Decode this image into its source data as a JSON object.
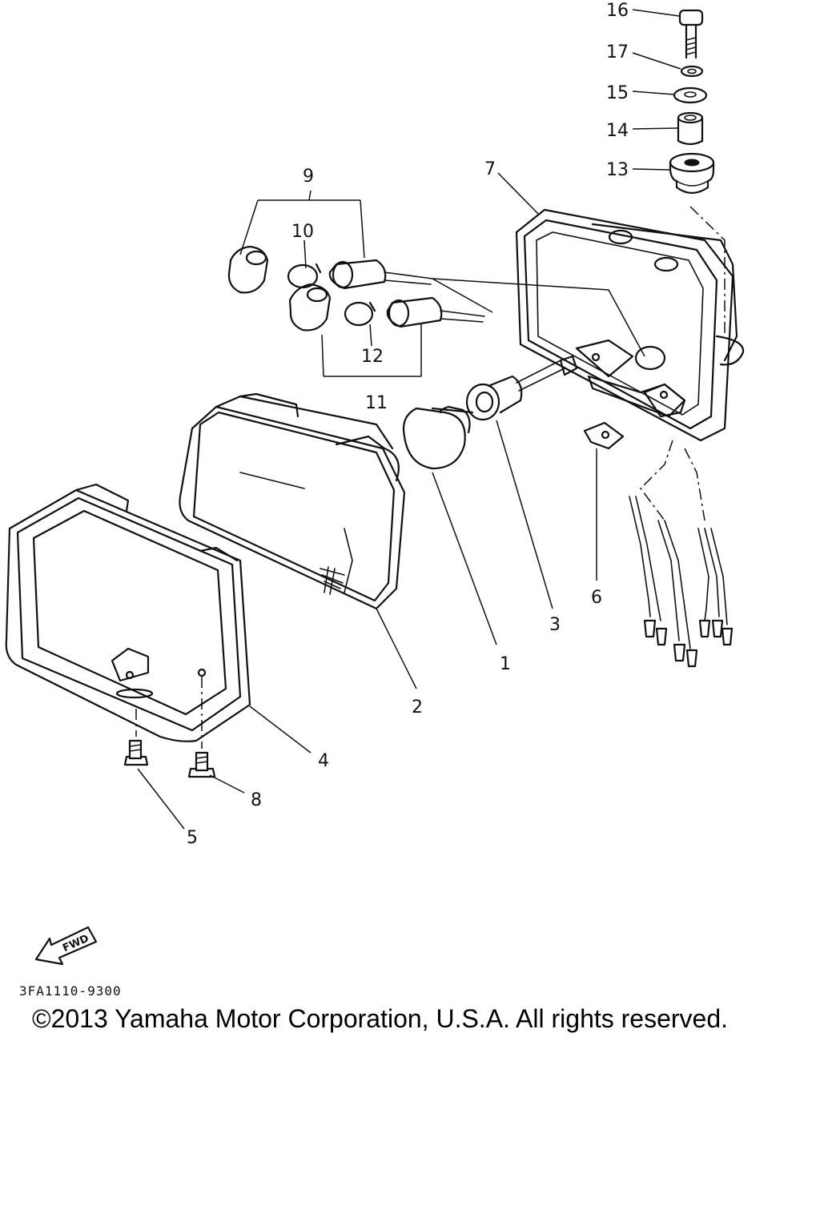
{
  "diagram": {
    "callouts": [
      {
        "id": "1",
        "label": "1"
      },
      {
        "id": "2",
        "label": "2"
      },
      {
        "id": "3",
        "label": "3"
      },
      {
        "id": "4",
        "label": "4"
      },
      {
        "id": "5",
        "label": "5"
      },
      {
        "id": "6",
        "label": "6"
      },
      {
        "id": "7",
        "label": "7"
      },
      {
        "id": "8",
        "label": "8"
      },
      {
        "id": "9",
        "label": "9"
      },
      {
        "id": "10",
        "label": "10"
      },
      {
        "id": "11",
        "label": "11"
      },
      {
        "id": "12",
        "label": "12"
      },
      {
        "id": "13",
        "label": "13"
      },
      {
        "id": "14",
        "label": "14"
      },
      {
        "id": "15",
        "label": "15"
      },
      {
        "id": "16",
        "label": "16"
      },
      {
        "id": "17",
        "label": "17"
      }
    ],
    "fwd_label": "FWD",
    "diagram_code": "3FA1110-9300",
    "copyright": "©2013 Yamaha Motor Corporation, U.S.A. All rights reserved."
  },
  "icons": {
    "direction": "fwd-arrow-icon"
  }
}
